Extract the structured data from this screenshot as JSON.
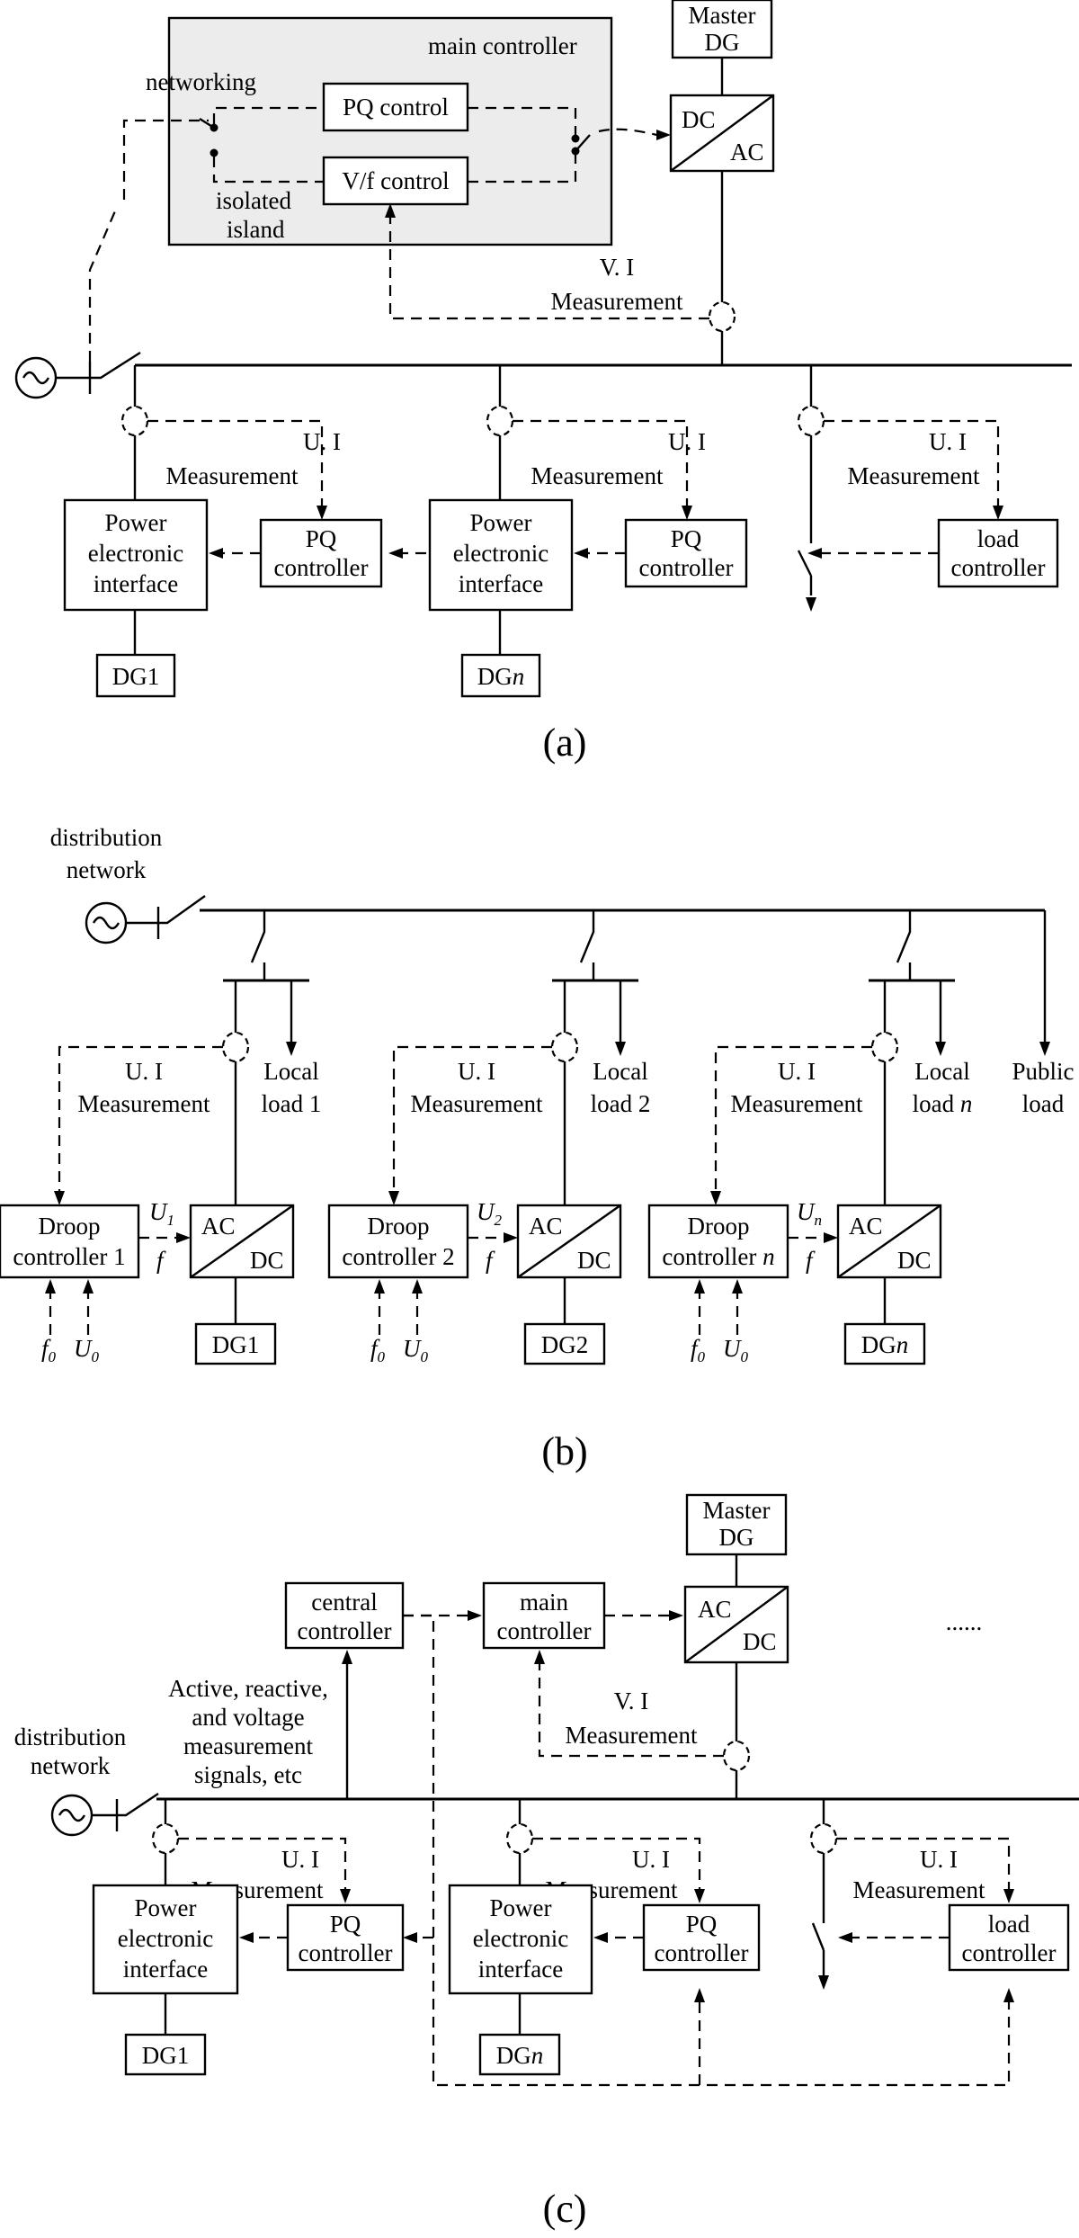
{
  "a": {
    "main_controller": "main controller",
    "networking": "networking",
    "pq_control": "PQ control",
    "vf_control": "V/f control",
    "isolated_1": "isolated",
    "isolated_2": "island",
    "master_dg_1": "Master",
    "master_dg_2": "DG",
    "conv_top": "DC",
    "conv_bot": "AC",
    "vi_1": "V. I",
    "vi_2": "Measurement",
    "ui": "U. I",
    "meas": "Measurement",
    "pei_1": "Power",
    "pei_2": "electronic",
    "pei_3": "interface",
    "pq_1": "PQ",
    "pq_2": "controller",
    "load_1": "load",
    "load_2": "controller",
    "dg1": "DG1",
    "dgn_base": "DG",
    "dgn_n": "n",
    "caption": "(a)"
  },
  "b": {
    "dist_1": "distribution",
    "dist_2": "network",
    "ui": "U. I",
    "meas": "Measurement",
    "local": "Local",
    "load1": "load 1",
    "load2": "load 2",
    "loadn_base": "load ",
    "loadn_n": "n",
    "public_1": "Public",
    "public_2": "load",
    "droop": "Droop",
    "dc1": "controller 1",
    "dc2": "controller 2",
    "dcn_base": "controller ",
    "dcn_n": "n",
    "ac": "AC",
    "dc": "DC",
    "u": "U",
    "sub1": "1",
    "sub2": "2",
    "subn": "n",
    "f": "f",
    "f0": "f",
    "u0": "U",
    "sub0": "0",
    "dg1": "DG1",
    "dg2": "DG2",
    "dgn_base": "DG",
    "dgn_n": "n",
    "caption": "(b)"
  },
  "c": {
    "master_dg_1": "Master",
    "master_dg_2": "DG",
    "central_1": "central",
    "central_2": "controller",
    "main_1": "main",
    "main_2": "controller",
    "conv_top": "AC",
    "conv_bot": "DC",
    "dots": "......",
    "signals_1": "Active, reactive,",
    "signals_2": "and voltage",
    "signals_3": "measurement",
    "signals_4": "signals, etc",
    "vi_1": "V. I",
    "vi_2": "Measurement",
    "dist_1": "distribution",
    "dist_2": "network",
    "ui": "U. I",
    "meas": "Measurement",
    "pei_1": "Power",
    "pei_2": "electronic",
    "pei_3": "interface",
    "pq_1": "PQ",
    "pq_2": "controller",
    "load_1": "load",
    "load_2": "controller",
    "dg1": "DG1",
    "dgn_base": "DG",
    "dgn_n": "n",
    "caption": "(c)"
  }
}
